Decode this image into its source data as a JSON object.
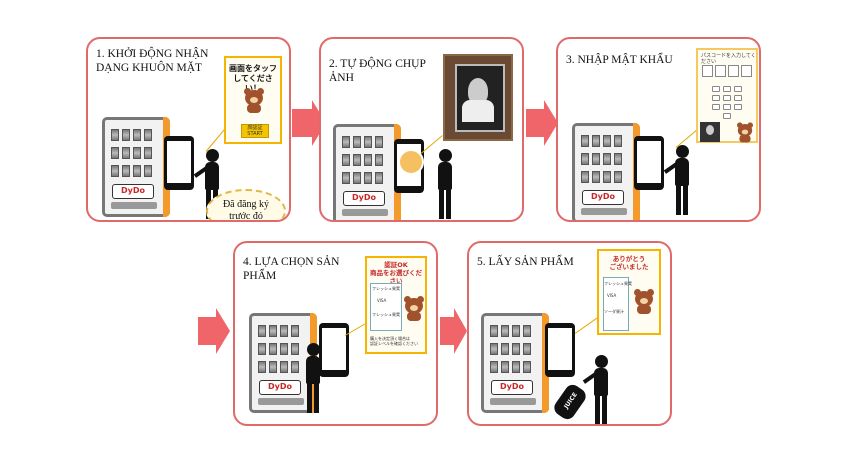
{
  "steps": [
    {
      "title": "1. KHỞI ĐỘNG NHẬN\nDẠNG KHUÔN MẶT"
    },
    {
      "title": "2. TỰ ĐỘNG CHỤP\nẢNH"
    },
    {
      "title": "3. NHẬP MẬT KHẨU"
    },
    {
      "title": "4. LỰA CHỌN SẢN\nPHẨM"
    },
    {
      "title": "5. LẤY SẢN PHẨM"
    }
  ],
  "vending_logo": "DyDo",
  "card1": {
    "text": "画面をタッフ\nしてください！",
    "button": "顔認証\nSTART"
  },
  "bubble1": "Đã đăng ký\ntrước đó",
  "card3": {
    "text": "パスコードを入力してください"
  },
  "card4": {
    "text": "認証OK\n商品をお選びください",
    "line1": "フレッシュ果実",
    "line2": "VISA",
    "line3": "フレッシュ果実",
    "footer": "購入を決定頂く場合は\n認証レベルを確認ください"
  },
  "card5": {
    "text": "ありがとう\nございました",
    "line1": "フレッシュ果実",
    "line2": "VISA",
    "line3": "ソーダ果汁"
  },
  "can_label": "JUICE",
  "colors": {
    "panel_border": "#e06a6a",
    "arrow": "#f0656a",
    "accent": "#f39a2a",
    "card_border": "#f5b400"
  }
}
